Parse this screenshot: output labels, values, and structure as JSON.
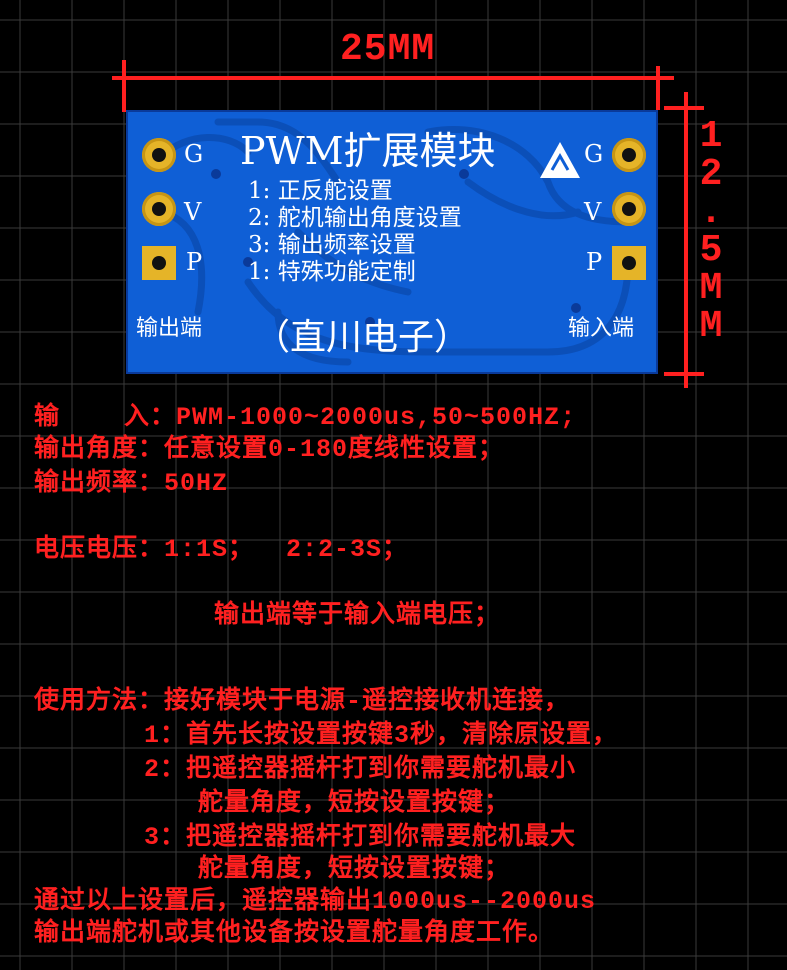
{
  "dimensions": {
    "width_label": "25MM",
    "height_label": "12.5MM"
  },
  "board": {
    "title": "PWM扩展模块",
    "features": [
      "1: 正反舵设置",
      "2: 舵机输出角度设置",
      "3: 输出频率设置",
      "1: 特殊功能定制"
    ],
    "company": "（直川电子）",
    "left_label": "输出端",
    "right_label": "输入端",
    "pin_g": "G",
    "pin_v": "V",
    "pin_p": "P"
  },
  "specs": {
    "input": "输    入：PWM-1000~2000us,50~500HZ;",
    "angle": "输出角度：任意设置0-180度线性设置；",
    "freq": "输出频率：50HZ",
    "voltage": "电压电压：1:1S；  2:2-3S；",
    "equal": "输出端等于输入端电压；",
    "usage": "使用方法：接好模块于电源-遥控接收机连接，",
    "step1": "1：首先长按设置按键3秒，清除原设置，",
    "step2a": "2：把遥控器摇杆打到你需要舵机最小",
    "step2b": "舵量角度，短按设置按键；",
    "step3a": "3：把遥控器摇杆打到你需要舵机最大",
    "step3b": "舵量角度，短按设置按键；",
    "after1": "通过以上设置后，遥控器输出1000us--2000us",
    "after2": "输出端舵机或其他设备按设置舵量角度工作。"
  },
  "colors": {
    "accent": "#ff2020",
    "board": "#0f5fd6",
    "pad": "#e5b428",
    "grid": "#3a3a3a"
  }
}
